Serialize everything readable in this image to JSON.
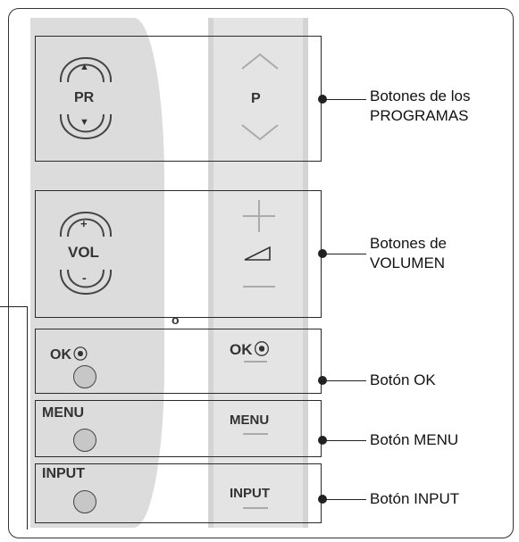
{
  "buttons": {
    "pr_label": "PR",
    "p_label": "P",
    "vol_label": "VOL",
    "vol_plus": "+",
    "vol_minus": "-",
    "o_label": "o",
    "ok_label": "OK",
    "menu_label": "MENU",
    "input_label": "INPUT"
  },
  "annotations": {
    "programas_line1": "Botones de los",
    "programas_line2": "PROGRAMAS",
    "volumen_line1": "Botones de",
    "volumen_line2": "VOLUMEN",
    "ok": "Botón OK",
    "menu": "Botón MENU",
    "input": "Botón INPUT"
  }
}
